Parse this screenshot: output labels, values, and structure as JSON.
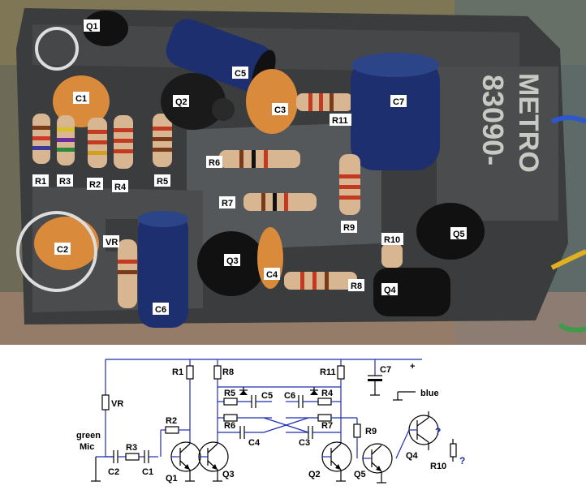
{
  "photo": {
    "labels": {
      "Q1": "Q1",
      "C1": "C1",
      "R1": "R1",
      "R3": "R3",
      "R2": "R2",
      "R4": "R4",
      "R5": "R5",
      "Q2": "Q2",
      "C5": "C5",
      "C3": "C3",
      "R11": "R11",
      "C7": "C7",
      "R6": "R6",
      "R7": "R7",
      "R9": "R9",
      "R10": "R10",
      "Q5": "Q5",
      "C2": "C2",
      "VR": "VR",
      "C6": "C6",
      "Q3": "Q3",
      "C4": "C4",
      "R8": "R8",
      "Q4": "Q4"
    },
    "board_print": [
      "METRO",
      "83090-"
    ]
  },
  "schematic": {
    "labels": {
      "plus": "+",
      "blue": "blue",
      "VR": "VR",
      "green": "green",
      "mic": "Mic",
      "R1": "R1",
      "R8": "R8",
      "R11": "R11",
      "C7": "C7",
      "R5": "R5",
      "C5": "C5",
      "C6": "C6",
      "R4": "R4",
      "R2": "R2",
      "R6": "R6",
      "C4": "C4",
      "C3": "C3",
      "R7": "R7",
      "R3": "R3",
      "R9": "R9",
      "C2": "C2",
      "C1": "C1",
      "Q1": "Q1",
      "Q3": "Q3",
      "Q2": "Q2",
      "Q5": "Q5",
      "Q4": "Q4",
      "R10": "R10",
      "q4_unknown": "?",
      "r10_unknown": "?"
    }
  },
  "colors": {
    "wire": "#1f2fb0",
    "board": "#3a3c3e",
    "cap_orange": "#d98a3a",
    "cap_blue": "#1d2f6e",
    "transistor": "#111111"
  }
}
